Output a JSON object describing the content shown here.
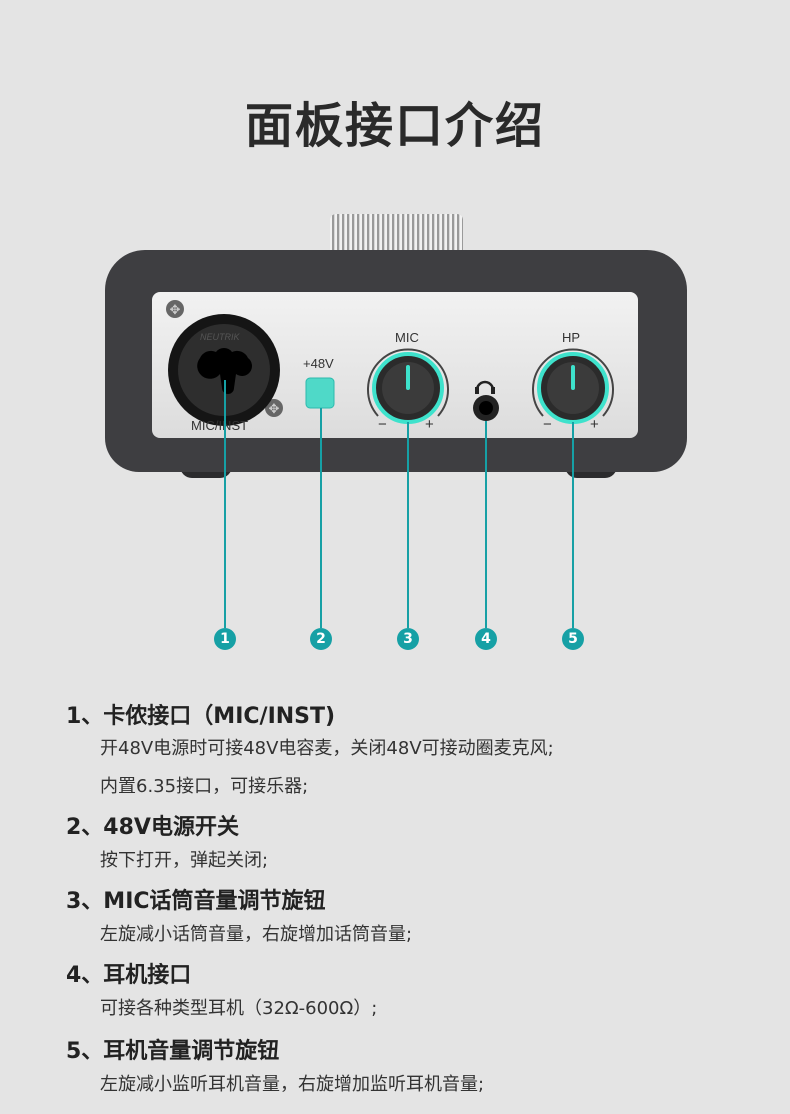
{
  "title": "面板接口介绍",
  "device": {
    "xlr_label": "MIC/INST",
    "xlr_brand": "NEUTRIK",
    "phantom_label": "+48V",
    "mic_label": "MIC",
    "hp_label": "HP",
    "minus": "−",
    "plus": "+"
  },
  "accent_color": "#16a0a5",
  "callouts": [
    "1",
    "2",
    "3",
    "4",
    "5"
  ],
  "items": [
    {
      "heading": "1、卡侬接口（MIC/INST)",
      "lines": [
        "开48V电源时可接48V电容麦，关闭48V可接动圈麦克风;",
        "内置6.35接口，可接乐器;"
      ]
    },
    {
      "heading": "2、48V电源开关",
      "lines": [
        "按下打开，弹起关闭;"
      ]
    },
    {
      "heading": "3、MIC话筒音量调节旋钮",
      "lines": [
        "左旋减小话筒音量，右旋增加话筒音量;"
      ]
    },
    {
      "heading": "4、耳机接口",
      "lines": [
        "可接各种类型耳机（32Ω-600Ω）;"
      ]
    },
    {
      "heading": "5、耳机音量调节旋钮",
      "lines": [
        "左旋减小监听耳机音量，右旋增加监听耳机音量;"
      ]
    }
  ]
}
